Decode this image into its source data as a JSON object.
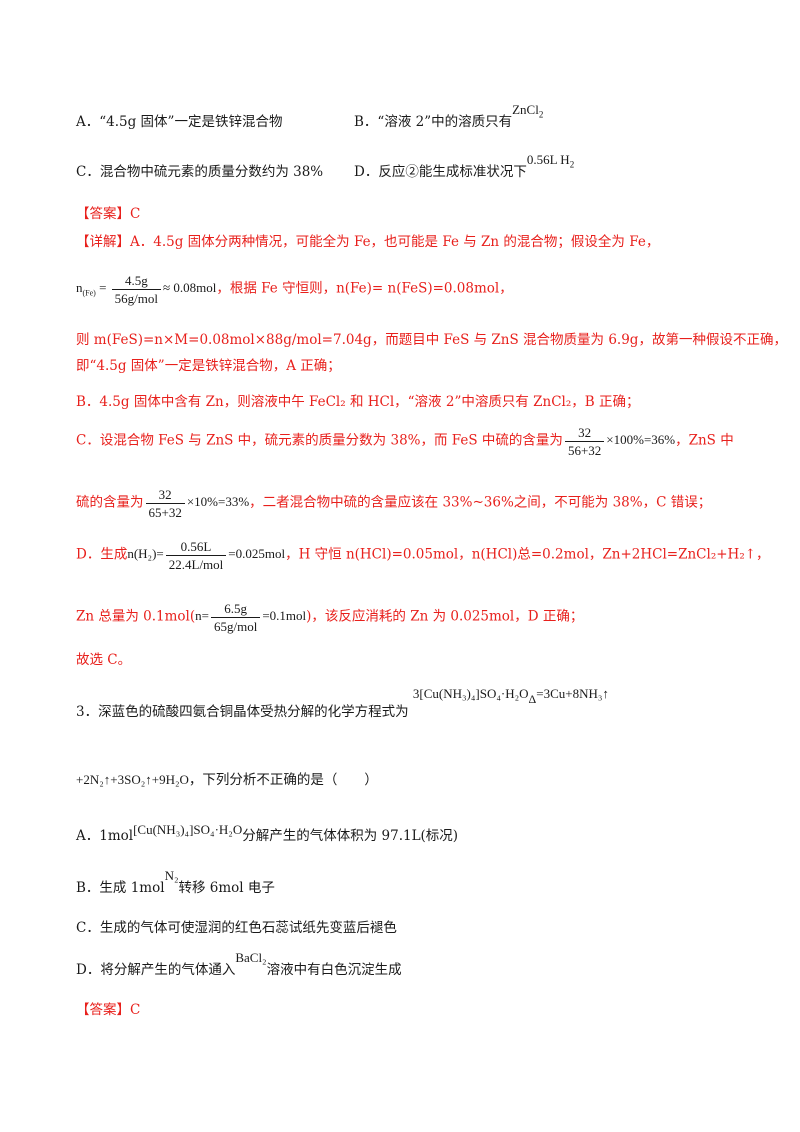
{
  "q2": {
    "optA": "A．“4.5g 固体”一定是铁锌混合物",
    "optB_text": "B．“溶液 2”中的溶质只有",
    "optB_formula": "ZnCl",
    "optB_sub": "2",
    "optC": "C．混合物中硫元素的质量分数约为 38%",
    "optD_text": "D．反应②能生成标准状况下",
    "optD_formula": "0.56L H",
    "optD_sub": "2",
    "answer": "【答案】C",
    "exp": {
      "l1": "【详解】A．4.5g 固体分两种情况，可能全为 Fe，也可能是 Fe 与 Zn 的混合物；假设全为 Fe，",
      "l2_lhs": "n",
      "l2_lhs_sub": "(Fe)",
      "l2_eq": " = ",
      "l2_num": "4.5g",
      "l2_den": "56g/mol",
      "l2_approx": "≈ 0.08mol",
      "l2_text": "，根据 Fe 守恒则，n(Fe)= n(FeS)=0.08mol，",
      "l3": "则 m(FeS)=n×M=0.08mol×88g/mol=7.04g，而题目中 FeS 与 ZnS 混合物质量为 6.9g，故第一种假设不正确，",
      "l4": "即“4.5g 固体”一定是铁锌混合物，A 正确；",
      "l5": "B．4.5g 固体中含有 Zn，则溶液中午 FeCl₂ 和 HCl，“溶液 2”中溶质只有 ZnCl₂，B 正确；",
      "l6_pre": "C．设混合物 FeS 与 ZnS 中，硫元素的质量分数为 38%，而 FeS 中硫的含量为",
      "l6_num": "32",
      "l6_den": "56+32",
      "l6_post": "×100%=36%",
      "l6_tail": "，ZnS 中",
      "l7_pre": "硫的含量为",
      "l7_num": "32",
      "l7_den": "65+32",
      "l7_post": "×10%=33%",
      "l7_tail": "，二者混合物中硫的含量应该在 33%~36%之间，不可能为 38%，C 错误；",
      "l8_pre": "D．生成",
      "l8_lhs": "n(H₂)=",
      "l8_num": "0.56L",
      "l8_den": "22.4L/mol",
      "l8_post": "=0.025mol",
      "l8_tail": "，H 守恒 n(HCl)=0.05mol，n(HCl)总=0.2mol，Zn+2HCl=ZnCl₂+H₂↑，",
      "l9_pre": "Zn 总量为 0.1mol(",
      "l9_lhs": "n=",
      "l9_num": "6.5g",
      "l9_den": "65g/mol",
      "l9_post": "=0.1mol",
      "l9_tail": ")，该反应消耗的 Zn 为 0.025mol，D 正确；",
      "l10": "故选 C。"
    }
  },
  "q3": {
    "stem_text": "3．深蓝色的硫酸四氨合铜晶体受热分解的化学方程式为",
    "stem_formula": "3[Cu(NH₃)₄]SO₄·H₂O",
    "stem_delta": "Δ",
    "stem_products": "=3Cu+8NH₃↑",
    "stem_line2": "+2N₂↑+3SO₂↑+9H₂O",
    "stem_line2_tail": "，下列分析不正确的是（　　）",
    "optA_pre": "A．1mol",
    "optA_formula": "[Cu(NH₃)₄]SO₄·H₂O",
    "optA_post": "分解产生的气体体积为 97.1L(标况)",
    "optB_pre": "B．生成 1mol",
    "optB_formula": "N₂",
    "optB_post": "转移 6mol 电子",
    "optC": "C．生成的气体可使湿润的红色石蕊试纸先变蓝后褪色",
    "optD_pre": "D．将分解产生的气体通入",
    "optD_formula": "BaCl₂",
    "optD_post": "溶液中有白色沉淀生成",
    "answer": "【答案】C"
  }
}
